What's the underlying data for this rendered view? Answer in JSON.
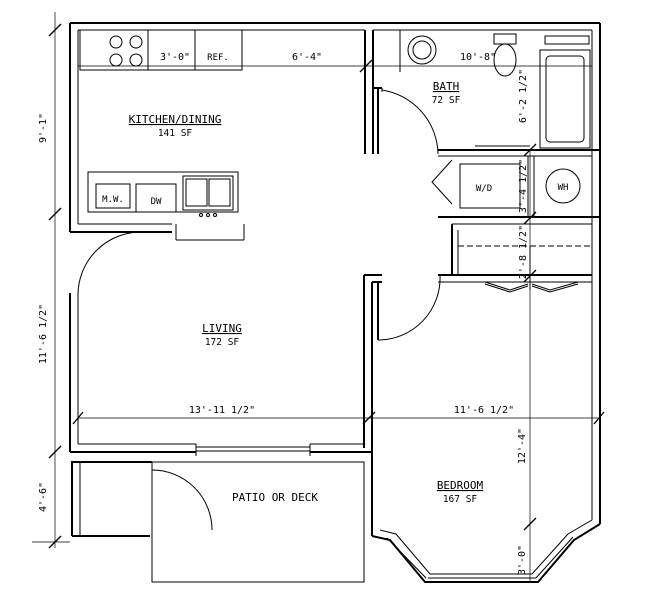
{
  "rooms": {
    "kitchen_name": "KITCHEN/DINING",
    "kitchen_area": "141 SF",
    "bath_name": "BATH",
    "bath_area": "72 SF",
    "living_name": "LIVING",
    "living_area": "172 SF",
    "bedroom_name": "BEDROOM",
    "bedroom_area": "167 SF",
    "patio_name": "PATIO OR DECK"
  },
  "fixtures": {
    "refrigerator": "REF.",
    "microwave": "M.W.",
    "dishwasher": "DW",
    "washer_dryer": "W/D",
    "water_heater": "WH"
  },
  "dimensions": {
    "left_upper": "9'-1\"",
    "left_middle": "11'-6 1/2\"",
    "left_lower": "4'-6\"",
    "counter": "3'-0\"",
    "kitchen_width": "6'-4\"",
    "bath_width": "10'-8\"",
    "bath_depth": "6'-2 1/2\"",
    "laundry_depth": "3'-4 1/2\"",
    "closet_depth": "2'-8 1/2\"",
    "living_width": "13'-11 1/2\"",
    "bedroom_width": "11'-6 1/2\"",
    "bedroom_depth": "12'-4\"",
    "bay_depth": "3'-0\""
  }
}
